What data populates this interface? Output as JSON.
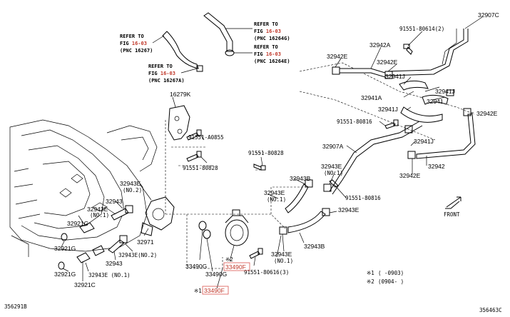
{
  "refs": {
    "ref_a": {
      "l1": "REFER TO",
      "l2a": "FIG ",
      "l2b": "16-03",
      "l3": "(PNC 16267)"
    },
    "ref_b": {
      "l1": "REFER TO",
      "l2a": "FIG ",
      "l2b": "16-03",
      "l3": "(PNC 16267A)"
    },
    "ref_c": {
      "l1": "REFER TO",
      "l2a": "FIG ",
      "l2b": "16-03",
      "l3": "(PNC 16264G)"
    },
    "ref_d": {
      "l1": "REFER TO",
      "l2a": "FIG ",
      "l2b": "16-03",
      "l3": "(PNC 16264E)"
    }
  },
  "labels": {
    "p32907c": "32907C",
    "p91551_80614": "91551-80614(2)",
    "p32942e_a": "32942E",
    "p32942a": "32942A",
    "p32942e_b": "32942E",
    "p32941j_a": "32941J",
    "p32941j_b": "32941J",
    "p32941a": "32941A",
    "p32941j_c": "32941J",
    "p32941": "32941",
    "p32942e_c": "32942E",
    "p91551_80816_a": "91551-80816",
    "p32907a": "32907A",
    "p32941j_d": "32941J",
    "p32942": "32942",
    "p32942e_d": "32942E",
    "p16279k": "16279K",
    "p91551_a0855": "91551-A0855",
    "p91551_80828_a": "91551-80828",
    "p91551_80828_b": "91551-80828",
    "p32943e_n1a": "32943E",
    "p32943e_n1a_sub": "(NO.1)",
    "p32943e_n1b": "32943E",
    "p32943e_n1b_sub": "(NO.1)",
    "p32943b_a": "32943B",
    "p91551_80816_b": "91551-80816",
    "p32943e_a": "32943E",
    "p32943b_b": "32943B",
    "p32943e_no2": "32943E",
    "p32943e_no2_sub": "(NO.2)",
    "p32943_a": "32943",
    "p32943e_no1c": "32943E",
    "p32943e_no1c_sub": "(NO.1)",
    "p32921c_a": "32921C",
    "p32921g_a": "32921G",
    "p32971": "32971",
    "p32943_b": "32943",
    "p32943e_no2b": "32943E(NO.2)",
    "p32921g_b": "32921G",
    "p32943e_no1d": "32943E (NO.1)",
    "p32921c_b": "32921C",
    "p33490g_a": "33490G",
    "p33490g_b": "33490G",
    "p33490f_a": "33490F",
    "p33490f_a_mark": "※2",
    "p33490f_b": "33490F",
    "p33490f_b_mark": "※1",
    "p32943e_b": "32943E",
    "p32943e_b_sub": "(NO.1)",
    "p91551_80616": "91551-80616(3)",
    "front": "FRONT"
  },
  "legend": {
    "row1_mark": "※1",
    "row1_text": "(      -0903)",
    "row2_mark": "※2",
    "row2_text": "(0904-      )"
  },
  "footer": {
    "left_code": "356291B",
    "right_code": "356463C"
  }
}
